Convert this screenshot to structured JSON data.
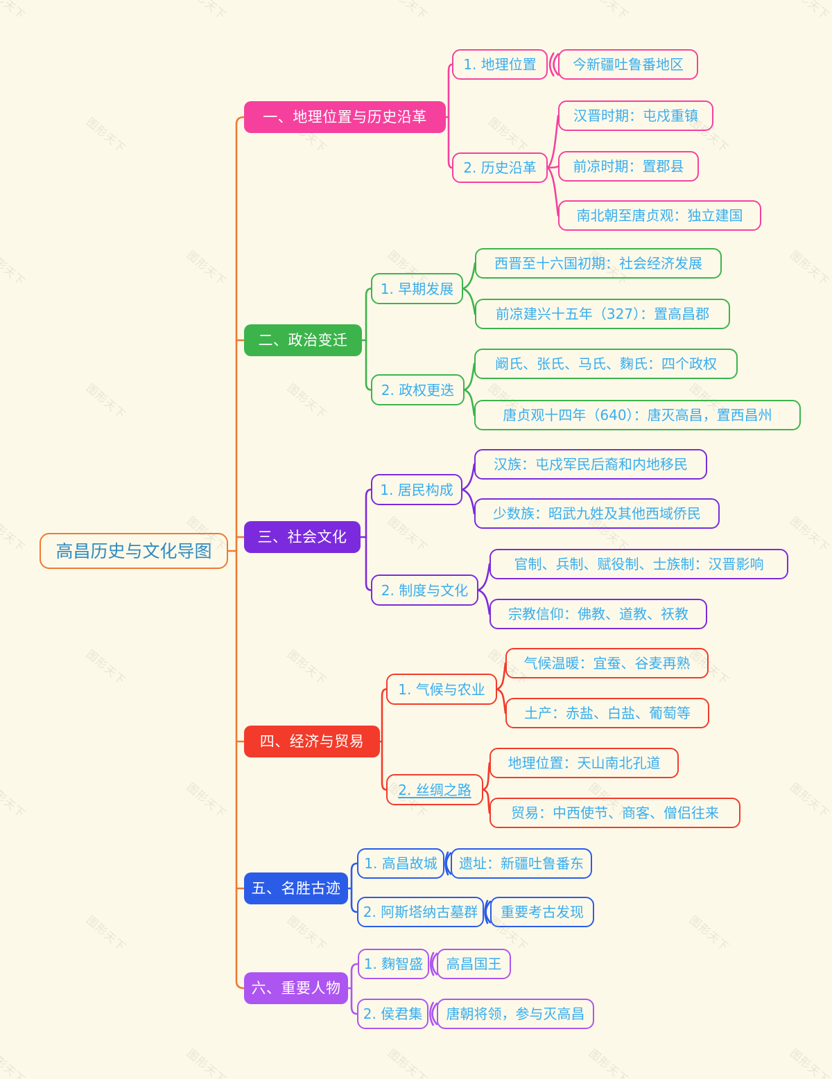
{
  "page": {
    "background": "#FDF9E9",
    "watermark_text": "图形天下",
    "trunk_color": "#EE7A31",
    "node_text_color": "#38ADEE"
  },
  "root": {
    "label": "高昌历史与文化导图",
    "border_color": "#EE7A31",
    "text_color": "#2E89C0"
  },
  "branches": [
    {
      "label": "一、地理位置与历史沿革",
      "color": "#F5419D",
      "children": [
        {
          "label": "1. 地理位置",
          "leaves": [
            "今新疆吐鲁番地区"
          ]
        },
        {
          "label": "2. 历史沿革",
          "leaves": [
            "汉晋时期：屯戍重镇",
            "前凉时期：置郡县",
            "南北朝至唐贞观：独立建国"
          ]
        }
      ]
    },
    {
      "label": "二、政治变迁",
      "color": "#3CB44B",
      "children": [
        {
          "label": "1. 早期发展",
          "leaves": [
            "西晋至十六国初期：社会经济发展",
            "前凉建兴十五年（327）：置高昌郡"
          ]
        },
        {
          "label": "2. 政权更迭",
          "leaves": [
            "阚氏、张氏、马氏、麴氏：四个政权",
            "唐贞观十四年（640）：唐灭高昌，置西昌州"
          ]
        }
      ]
    },
    {
      "label": "三、社会文化",
      "color": "#7B2BDD",
      "children": [
        {
          "label": "1. 居民构成",
          "leaves": [
            "汉族：屯戍军民后裔和内地移民",
            "少数族：昭武九姓及其他西域侨民"
          ]
        },
        {
          "label": "2. 制度与文化",
          "leaves": [
            "官制、兵制、赋役制、士族制：汉晋影响",
            "宗教信仰：佛教、道教、祆教"
          ]
        }
      ]
    },
    {
      "label": "四、经济与贸易",
      "color": "#F23B2B",
      "children": [
        {
          "label": "1. 气候与农业",
          "leaves": [
            "气候温暖：宜蚕、谷麦再熟",
            "土产：赤盐、白盐、葡萄等"
          ]
        },
        {
          "label": "2. 丝绸之路",
          "underline": true,
          "leaves": [
            "地理位置：天山南北孔道",
            "贸易：中西使节、商客、僧侣往来"
          ]
        }
      ]
    },
    {
      "label": "五、名胜古迹",
      "color": "#2B5CE8",
      "children": [
        {
          "label": "1. 高昌故城",
          "leaves": [
            "遗址：新疆吐鲁番东"
          ]
        },
        {
          "label": "2. 阿斯塔纳古墓群",
          "leaves": [
            "重要考古发现"
          ]
        }
      ]
    },
    {
      "label": "六、重要人物",
      "color": "#AD55F0",
      "children": [
        {
          "label": "1. 麴智盛",
          "leaves": [
            "高昌国王"
          ]
        },
        {
          "label": "2. 侯君集",
          "leaves": [
            "唐朝将领，参与灭高昌"
          ]
        }
      ]
    }
  ]
}
